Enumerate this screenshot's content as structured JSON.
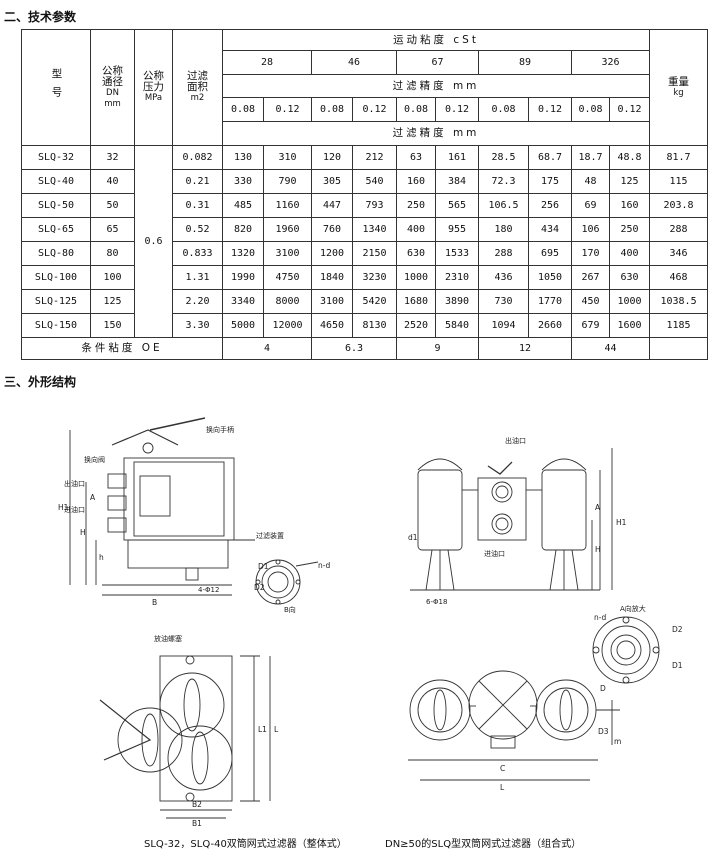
{
  "sections": {
    "params_title": "二、技术参数",
    "shape_title": "三、外形结构"
  },
  "table": {
    "col_model": "型号",
    "col_dn": [
      "公称",
      "通径",
      "DN",
      "mm"
    ],
    "col_pressure": [
      "公称",
      "压力",
      "MPa"
    ],
    "col_area": [
      "过滤",
      "面积",
      "m2"
    ],
    "viscosity_header": "运动粘度 cSt",
    "viscosities": [
      "28",
      "46",
      "67",
      "89",
      "326"
    ],
    "precision_header": "过滤精度 mm",
    "precisions": [
      "0.08",
      "0.12",
      "0.08",
      "0.12",
      "0.08",
      "0.12",
      "0.08",
      "0.12",
      "0.08",
      "0.12"
    ],
    "col_weight": [
      "重量",
      "kg"
    ],
    "pressure_value": "0.6",
    "rows": [
      {
        "model": "SLQ-32",
        "dn": "32",
        "area": "0.082",
        "values": [
          "130",
          "310",
          "120",
          "212",
          "63",
          "161",
          "28.5",
          "68.7",
          "18.7",
          "48.8"
        ],
        "weight": "81.7"
      },
      {
        "model": "SLQ-40",
        "dn": "40",
        "area": "0.21",
        "values": [
          "330",
          "790",
          "305",
          "540",
          "160",
          "384",
          "72.3",
          "175",
          "48",
          "125"
        ],
        "weight": "115"
      },
      {
        "model": "SLQ-50",
        "dn": "50",
        "area": "0.31",
        "values": [
          "485",
          "1160",
          "447",
          "793",
          "250",
          "565",
          "106.5",
          "256",
          "69",
          "160"
        ],
        "weight": "203.8"
      },
      {
        "model": "SLQ-65",
        "dn": "65",
        "area": "0.52",
        "values": [
          "820",
          "1960",
          "760",
          "1340",
          "400",
          "955",
          "180",
          "434",
          "106",
          "250"
        ],
        "weight": "288"
      },
      {
        "model": "SLQ-80",
        "dn": "80",
        "area": "0.833",
        "values": [
          "1320",
          "3100",
          "1200",
          "2150",
          "630",
          "1533",
          "288",
          "695",
          "170",
          "400"
        ],
        "weight": "346"
      },
      {
        "model": "SLQ-100",
        "dn": "100",
        "area": "1.31",
        "values": [
          "1990",
          "4750",
          "1840",
          "3230",
          "1000",
          "2310",
          "436",
          "1050",
          "267",
          "630"
        ],
        "weight": "468"
      },
      {
        "model": "SLQ-125",
        "dn": "125",
        "area": "2.20",
        "values": [
          "3340",
          "8000",
          "3100",
          "5420",
          "1680",
          "3890",
          "730",
          "1770",
          "450",
          "1000"
        ],
        "weight": "1038.5"
      },
      {
        "model": "SLQ-150",
        "dn": "150",
        "area": "3.30",
        "values": [
          "5000",
          "12000",
          "4650",
          "8130",
          "2520",
          "5840",
          "1094",
          "2660",
          "679",
          "1600"
        ],
        "weight": "1185"
      }
    ],
    "condition_label": "条件粘度 OE",
    "conditions": [
      "4",
      "6.3",
      "9",
      "12",
      "44"
    ]
  },
  "drawing_labels": {
    "handle": "换向手柄",
    "valve": "换向阀",
    "outlet": "出油口",
    "inlet": "进油口",
    "filter_device": "过滤装置",
    "b_direction": "B向",
    "drain_plug": "放油螺塞",
    "outlet2": "出油口",
    "inlet2": "进油口",
    "a_enlarge": "A向放大",
    "holes1": "4-Φ12",
    "holes2": "6-Φ18",
    "dims": {
      "H": "H",
      "H1": "H1",
      "A": "A",
      "h": "h",
      "B": "B",
      "B1": "B1",
      "B2": "B2",
      "C": "C",
      "L": "L",
      "L1": "L1",
      "D": "D",
      "D1": "D1",
      "D2": "D2",
      "D3": "D3",
      "nd": "n-d",
      "d1": "d1",
      "m": "m"
    }
  },
  "captions": {
    "left": "SLQ-32，SLQ-40双筒网式过滤器（整体式）",
    "right": "DN≥50的SLQ型双筒网式过滤器（组合式）"
  }
}
